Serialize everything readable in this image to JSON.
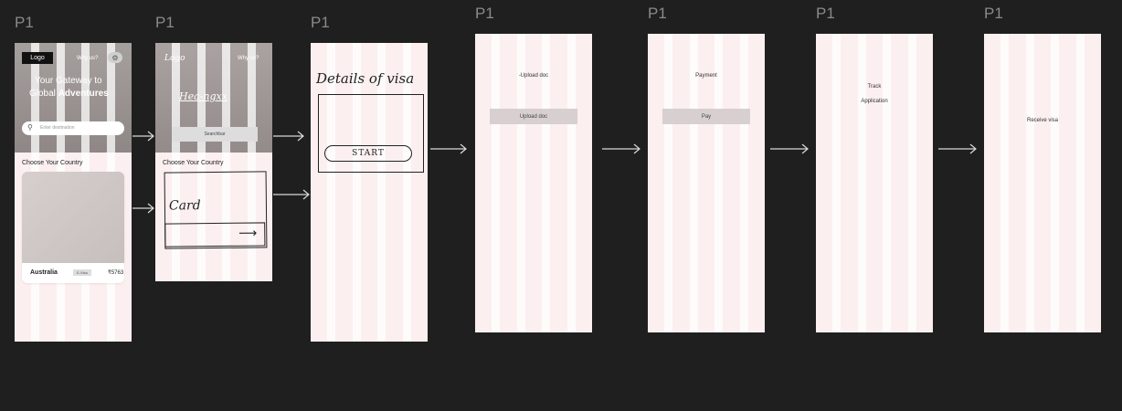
{
  "frames": [
    {
      "label": "P1"
    },
    {
      "label": "P1"
    },
    {
      "label": "P1"
    },
    {
      "label": "P1"
    },
    {
      "label": "P1"
    },
    {
      "label": "P1"
    },
    {
      "label": "P1"
    }
  ],
  "screen1": {
    "logo": "Logo",
    "why_us": "Why us?",
    "hero_line1": "Your Gateway to",
    "hero_line2a": "Global ",
    "hero_line2b": "Adventures",
    "search_placeholder": "Enter destination",
    "section_title": "Choose Your Country",
    "card_country": "Australia",
    "card_badge": "E-Visa",
    "card_price": "₹5763"
  },
  "screen2": {
    "logo": "Logo",
    "why_us": "Why us?",
    "scribble": "Hea-ngxx",
    "search_bar": "Searchbar",
    "section_title": "Choose Your Country",
    "card": "Card"
  },
  "screen3": {
    "title": "Details of visa",
    "start": "START"
  },
  "screen4": {
    "label": "-Upload doc",
    "button": "Upload doc"
  },
  "screen5": {
    "label": "Payment",
    "button": "Pay"
  },
  "screen6": {
    "line1": "Track",
    "line2": "Application"
  },
  "screen7": {
    "label": "Receive visa"
  },
  "colors": {
    "canvas": "#1f1f1f",
    "frame": "#fbeff0",
    "hero": "#9a9391",
    "label": "#8a8a8a"
  }
}
